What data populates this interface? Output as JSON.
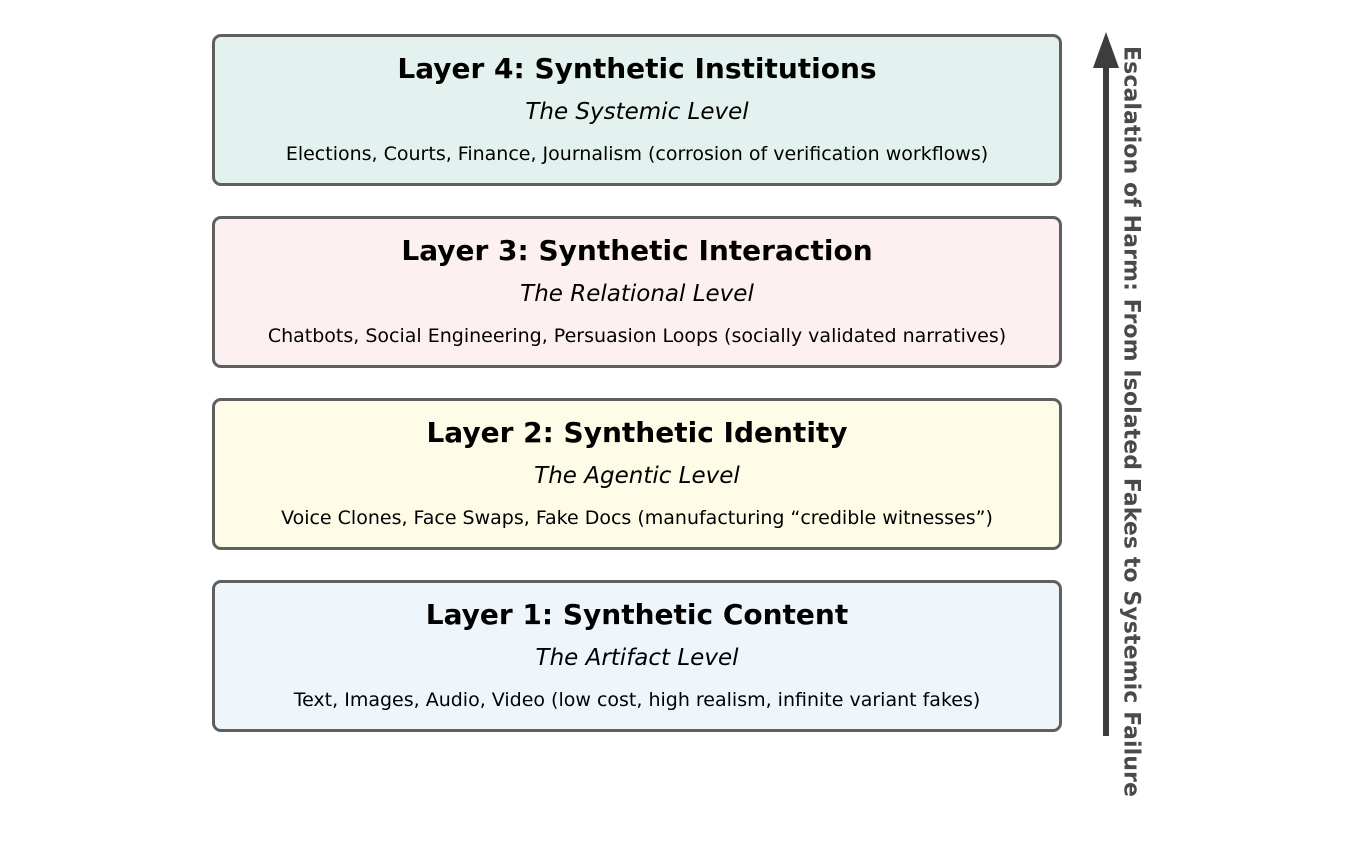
{
  "layers": [
    {
      "title": "Layer 4: Synthetic Institutions",
      "subtitle": "The Systemic Level",
      "description": "Elections, Courts, Finance, Journalism (corrosion of verification workflows)",
      "fill_color": "#e3f1ef"
    },
    {
      "title": "Layer 3: Synthetic Interaction",
      "subtitle": "The Relational Level",
      "description": "Chatbots, Social Engineering, Persuasion Loops (socially validated narratives)",
      "fill_color": "#fdf0f0"
    },
    {
      "title": "Layer 2: Synthetic Identity",
      "subtitle": "The Agentic Level",
      "description": "Voice Clones, Face Swaps, Fake Docs (manufacturing “credible witnesses”)",
      "fill_color": "#fefbe7"
    },
    {
      "title": "Layer 1: Synthetic Content",
      "subtitle": "The Artifact Level",
      "description": "Text, Images, Audio, Video (low cost, high realism, infinite variant fakes)",
      "fill_color": "#eef6fc"
    }
  ],
  "axis": {
    "label": "Escalation of Harm: From Isolated Fakes to Systemic Failure",
    "direction": "upward-arrow",
    "color": "#3d3d3d"
  },
  "border_color": "#5f5f5f"
}
